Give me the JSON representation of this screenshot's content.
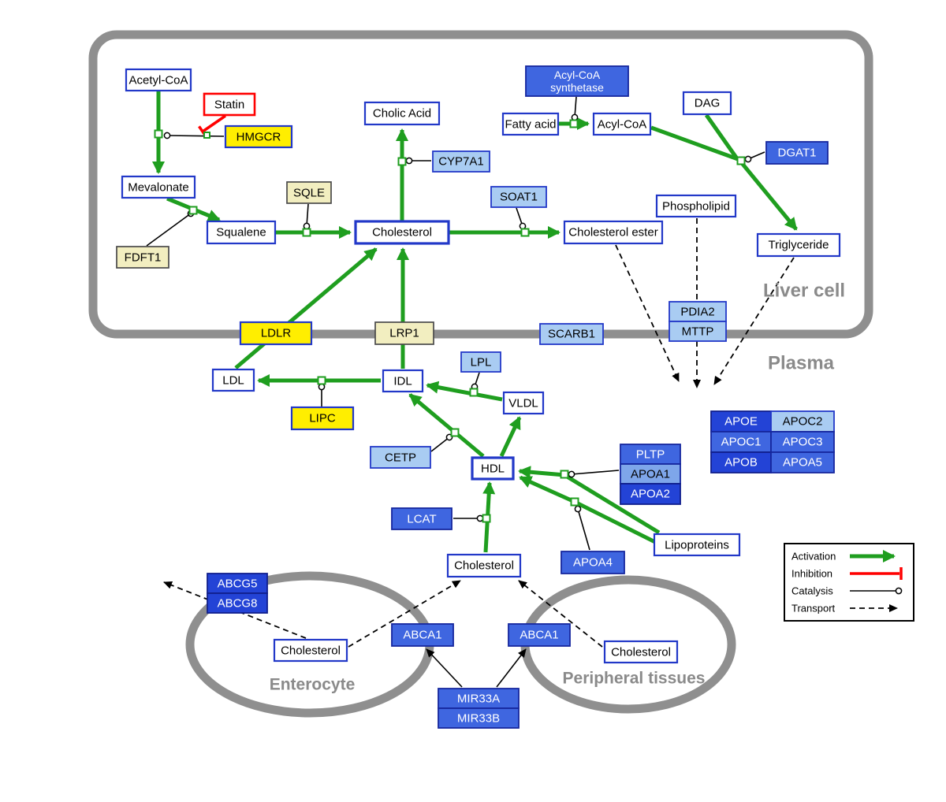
{
  "regions": {
    "liver": "Liver cell",
    "plasma": "Plasma",
    "enterocyte": "Enterocyte",
    "peripheral": "Peripheral tissues"
  },
  "nodes": {
    "acetyl_coa": "Acetyl-CoA",
    "statin": "Statin",
    "hmgcr": "HMGCR",
    "mevalonate": "Mevalonate",
    "fdft1": "FDFT1",
    "squalene": "Squalene",
    "sqle": "SQLE",
    "cholesterol_liver": "Cholesterol",
    "cholic_acid": "Cholic Acid",
    "cyp7a1": "CYP7A1",
    "soat1": "SOAT1",
    "cholesterol_ester": "Cholesterol ester",
    "acyl_coa_synthetase_1": "Acyl-CoA",
    "acyl_coa_synthetase_2": "synthetase",
    "fatty_acid": "Fatty acid",
    "acyl_coa": "Acyl-CoA",
    "dag": "DAG",
    "dgat1": "DGAT1",
    "phospholipid": "Phospholipid",
    "triglyceride": "Triglyceride",
    "pdia2": "PDIA2",
    "mttp": "MTTP",
    "ldlr": "LDLR",
    "lrp1": "LRP1",
    "scarb1": "SCARB1",
    "ldl": "LDL",
    "idl": "IDL",
    "lpl": "LPL",
    "vldl": "VLDL",
    "lipc": "LIPC",
    "cetp": "CETP",
    "hdl": "HDL",
    "pltp": "PLTP",
    "apoa1": "APOA1",
    "apoa2": "APOA2",
    "lcat": "LCAT",
    "apoa4": "APOA4",
    "lipoproteins": "Lipoproteins",
    "apoe": "APOE",
    "apoc2": "APOC2",
    "apoc1": "APOC1",
    "apoc3": "APOC3",
    "apob": "APOB",
    "apoa5": "APOA5",
    "cholesterol_plasma": "Cholesterol",
    "abcg5": "ABCG5",
    "abcg8": "ABCG8",
    "cholesterol_enterocyte": "Cholesterol",
    "abca1_left": "ABCA1",
    "abca1_right": "ABCA1",
    "cholesterol_peripheral": "Cholesterol",
    "mir33a": "MIR33A",
    "mir33b": "MIR33B"
  },
  "legend": {
    "activation": "Activation",
    "inhibition": "Inhibition",
    "catalysis": "Catalysis",
    "transport": "Transport"
  },
  "colors": {
    "activation_green": "#1f9e1f",
    "inhibition_red": "#ff0000",
    "membrane_gray": "#8f8f8f",
    "metabolite_border_blue": "#2238c8",
    "enzyme_yellow": "#ffee00",
    "enzyme_pale_yellow": "#f2eec0",
    "enzyme_light_blue": "#a9ccf2",
    "enzyme_medium_blue": "#3f66e0",
    "enzyme_dark_blue": "#2343d6",
    "region_label_gray": "#8a8a8a"
  }
}
